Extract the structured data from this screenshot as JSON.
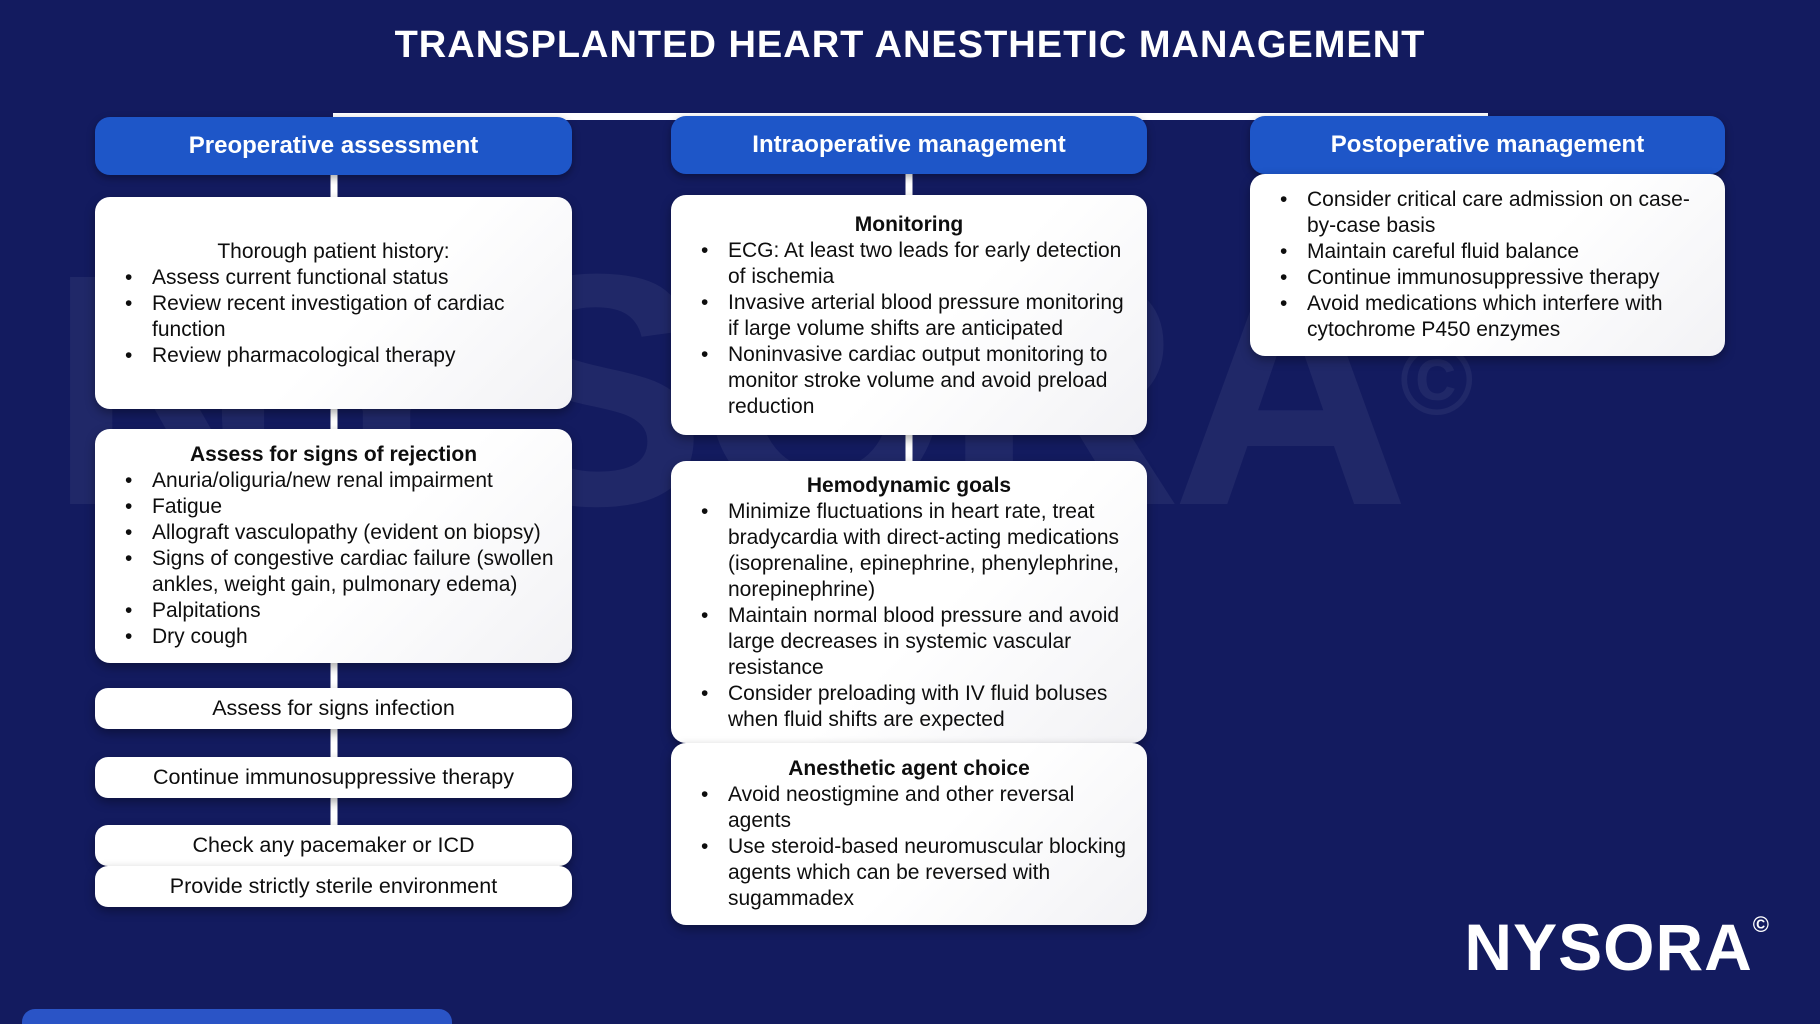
{
  "title": "TRANSPLANTED HEART ANESTHETIC MANAGEMENT",
  "bullet_glyph": "•",
  "watermark": {
    "text": "NYSORA",
    "copyright": "©"
  },
  "logo": {
    "text": "NYSORA",
    "copyright": "©"
  },
  "colors": {
    "background": "#131b5f",
    "header_blue": "#1e56c8",
    "box_white": "#ffffff",
    "text_dark": "#0e0e0e",
    "connector_white": "#ffffff"
  },
  "columns": [
    {
      "id": "preoperative",
      "header": "Preoperative assessment",
      "boxes": [
        {
          "title": "Thorough patient history:",
          "title_bold": false,
          "bullets": [
            "Assess current functional status",
            "Review recent investigation of cardiac function",
            "Review pharmacological therapy"
          ]
        },
        {
          "title": "Assess for signs of rejection",
          "title_bold": true,
          "bullets": [
            "Anuria/oliguria/new renal impairment",
            "Fatigue",
            "Allograft vasculopathy (evident on biopsy)",
            "Signs of congestive cardiac failure (swollen ankles, weight gain, pulmonary edema)",
            "Palpitations",
            "Dry cough"
          ]
        },
        {
          "label": "Assess for signs infection"
        },
        {
          "label": "Continue immunosuppressive therapy"
        },
        {
          "label": "Check any pacemaker or ICD"
        },
        {
          "label": "Provide strictly sterile environment"
        }
      ]
    },
    {
      "id": "intraoperative",
      "header": "Intraoperative management",
      "boxes": [
        {
          "title": "Monitoring",
          "title_bold": true,
          "bullets": [
            "ECG: At least two leads for early detection of ischemia",
            "Invasive arterial blood pressure monitoring if large volume shifts are anticipated",
            "Noninvasive cardiac output monitoring to monitor stroke volume and avoid preload reduction"
          ]
        },
        {
          "title": "Hemodynamic goals",
          "title_bold": true,
          "bullets": [
            "Minimize fluctuations in heart rate, treat bradycardia with direct-acting medications (isoprenaline, epinephrine, phenylephrine, norepinephrine)",
            "Maintain normal blood pressure and avoid large decreases in systemic vascular resistance",
            "Consider preloading with IV fluid boluses when fluid shifts are expected"
          ]
        },
        {
          "title": "Anesthetic agent choice",
          "title_bold": true,
          "bullets": [
            "Avoid neostigmine and other reversal agents",
            "Use steroid-based neuromuscular blocking agents which can be reversed with sugammadex"
          ]
        }
      ]
    },
    {
      "id": "postoperative",
      "header": "Postoperative management",
      "boxes": [
        {
          "bullets": [
            "Consider critical care admission on case-by-case basis",
            "Maintain careful fluid balance",
            "Continue immunosuppressive therapy",
            "Avoid medications which interfere with cytochrome P450 enzymes"
          ]
        }
      ]
    }
  ]
}
